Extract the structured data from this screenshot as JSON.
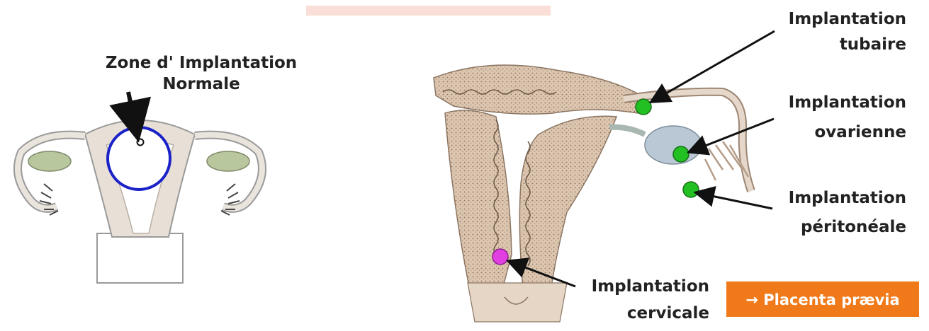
{
  "left_diagram": {
    "title_line1": "Zone d' Implantation",
    "title_line2": "Normale"
  },
  "right_diagram": {
    "labels": {
      "tubaire_line1": "Implantation",
      "tubaire_line2": "tubaire",
      "ovarienne_line1": "Implantation",
      "ovarienne_line2": "ovarienne",
      "peritoneale_line1": "Implantation",
      "peritoneale_line2": "péritonéale",
      "cervicale_line1": "Implantation",
      "cervicale_line2": "cervicale"
    },
    "badge": "→ Placenta prævia"
  },
  "colors": {
    "marker_green": "#22c022",
    "marker_magenta": "#e23fe2",
    "circle_blue": "#1a22c8",
    "badge_orange": "#f07a1a",
    "tissue": "#d9c3ad",
    "faint_header": "#f6c3b8"
  }
}
